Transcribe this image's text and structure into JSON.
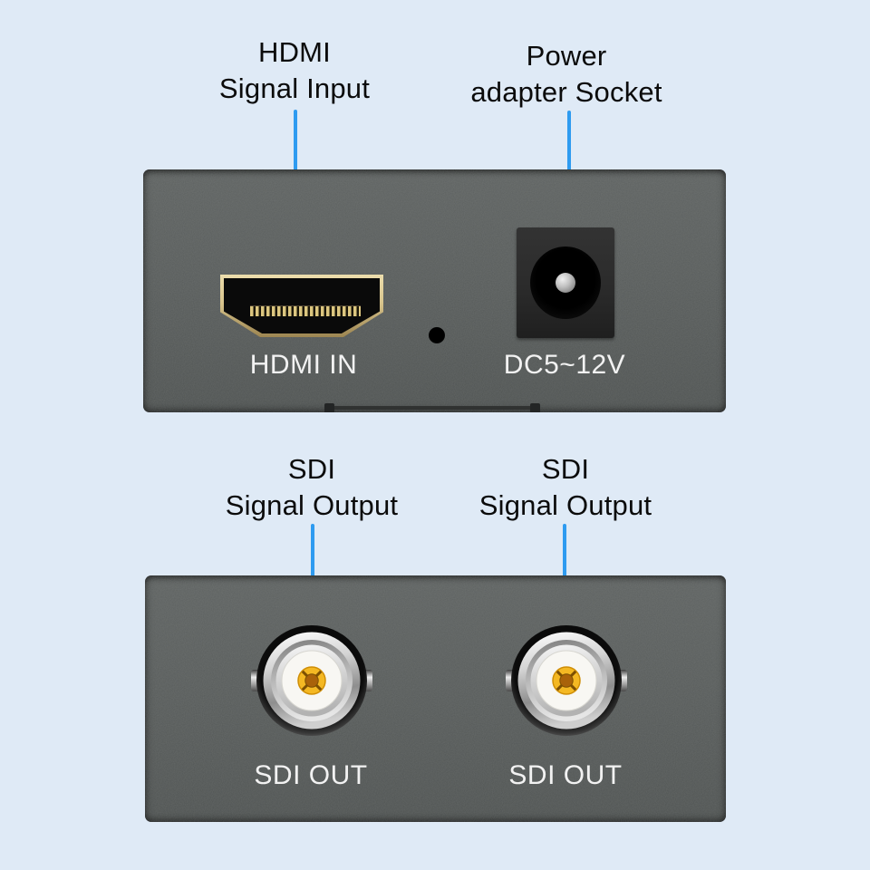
{
  "colors": {
    "accent_blue": "#2e9bf0",
    "background": "#dfeaf6",
    "panel_gray": "#585c5b",
    "label_black": "#0b0b0b",
    "port_text_white": "#f2f2f2",
    "hdmi_gold": "#d8c48c",
    "bnc_yellow": "#f4b823",
    "bnc_center_brown": "#a9620a"
  },
  "callouts": {
    "hdmi_in": {
      "line1": "HDMI",
      "line2": "Signal Input"
    },
    "power": {
      "line1": "Power",
      "line2": "adapter Socket"
    },
    "sdi_left": {
      "line1": "SDI",
      "line2": "Signal Output"
    },
    "sdi_right": {
      "line1": "SDI",
      "line2": "Signal Output"
    }
  },
  "top_panel": {
    "hdmi_port_label": "HDMI IN",
    "dc_socket_label": "DC5~12V"
  },
  "bottom_panel": {
    "sdi_left_label": "SDI OUT",
    "sdi_right_label": "SDI OUT"
  }
}
